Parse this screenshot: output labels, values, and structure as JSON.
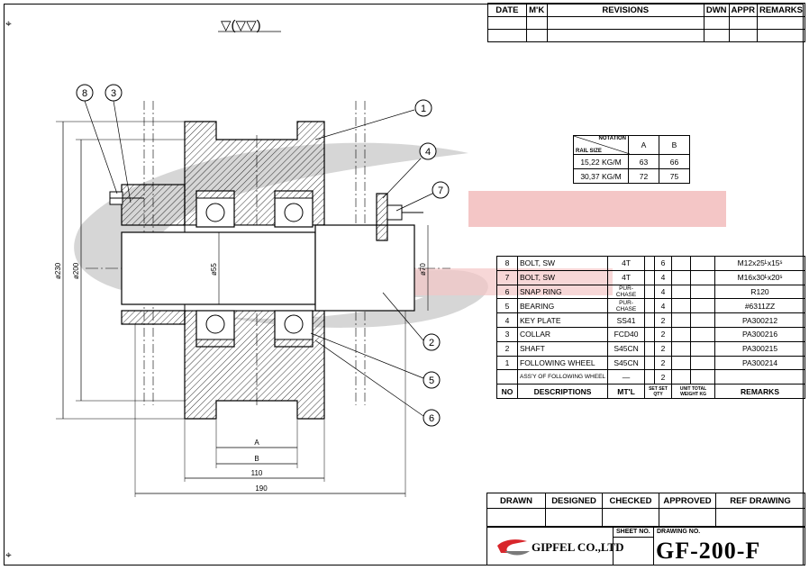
{
  "surface_mark": "▽(▽▽)",
  "revisions": {
    "headers": [
      "DATE",
      "M'K",
      "REVISIONS",
      "DWN",
      "APPR",
      "REMARKS"
    ]
  },
  "notation_table": {
    "corner_top": "NOTATION",
    "corner_bottom": "RAIL SIZE",
    "col_a": "A",
    "col_b": "B",
    "rows": [
      {
        "rail": "15,22 KG/M",
        "a": "63",
        "b": "66"
      },
      {
        "rail": "30,37 KG/M",
        "a": "72",
        "b": "75"
      }
    ]
  },
  "callouts": [
    "1",
    "2",
    "3",
    "4",
    "5",
    "6",
    "7",
    "8"
  ],
  "dimensions": {
    "dia_230": "ø230",
    "dia_200": "ø200",
    "dia_55": "ø55",
    "dia_70": "ø70",
    "dim_a": "A",
    "dim_b": "B",
    "dim_110": "110",
    "dim_190": "190"
  },
  "bom": {
    "rows": [
      {
        "no": "8",
        "desc": "BOLT, SW",
        "mtl": "4T",
        "qty": "6",
        "remarks": "M12x25ᴸx15ˢ"
      },
      {
        "no": "7",
        "desc": "BOLT, SW",
        "mtl": "4T",
        "qty": "4",
        "remarks": "M16x30ᴸx20ˢ"
      },
      {
        "no": "6",
        "desc": "SNAP RING",
        "mtl": "PUR-CHASE",
        "qty": "4",
        "remarks": "R120"
      },
      {
        "no": "5",
        "desc": "BEARING",
        "mtl": "PUR-CHASE",
        "qty": "4",
        "remarks": "#6311ZZ"
      },
      {
        "no": "4",
        "desc": "KEY PLATE",
        "mtl": "SS41",
        "qty": "2",
        "remarks": "PA300212"
      },
      {
        "no": "3",
        "desc": "COLLAR",
        "mtl": "FCD40",
        "qty": "2",
        "remarks": "PA300216"
      },
      {
        "no": "2",
        "desc": "SHAFT",
        "mtl": "S45CN",
        "qty": "2",
        "remarks": "PA300215"
      },
      {
        "no": "1",
        "desc": "FOLLOWING WHEEL",
        "mtl": "S45CN",
        "qty": "2",
        "remarks": "PA300214"
      },
      {
        "no": "",
        "desc": "ASS'Y OF FOLLOWING WHEEL",
        "mtl": "—",
        "qty": "2",
        "remarks": ""
      }
    ],
    "header": {
      "no": "NO",
      "desc": "DESCRIPTIONS",
      "mtl": "MT'L",
      "set1": "SET",
      "set2": "SET",
      "qty": "QTY",
      "unit": "UNIT",
      "total": "TOTAL",
      "weight": "WEIGHT KG",
      "remarks": "REMARKS"
    }
  },
  "title_block": {
    "headers": [
      "DRAWN",
      "DESIGNED",
      "CHECKED",
      "APPROVED",
      "REF DRAWING"
    ],
    "sheet_no": "SHEET NO.",
    "drawing_no": "DRAWING NO.",
    "company": "GIPFEL CO.,LTD",
    "drawing_number": "GF-200-F"
  },
  "colors": {
    "watermark_gray": "#c8c8c8",
    "watermark_red": "#f4c6c6",
    "logo_red": "#d8262b",
    "logo_gray": "#7a7a7a"
  }
}
